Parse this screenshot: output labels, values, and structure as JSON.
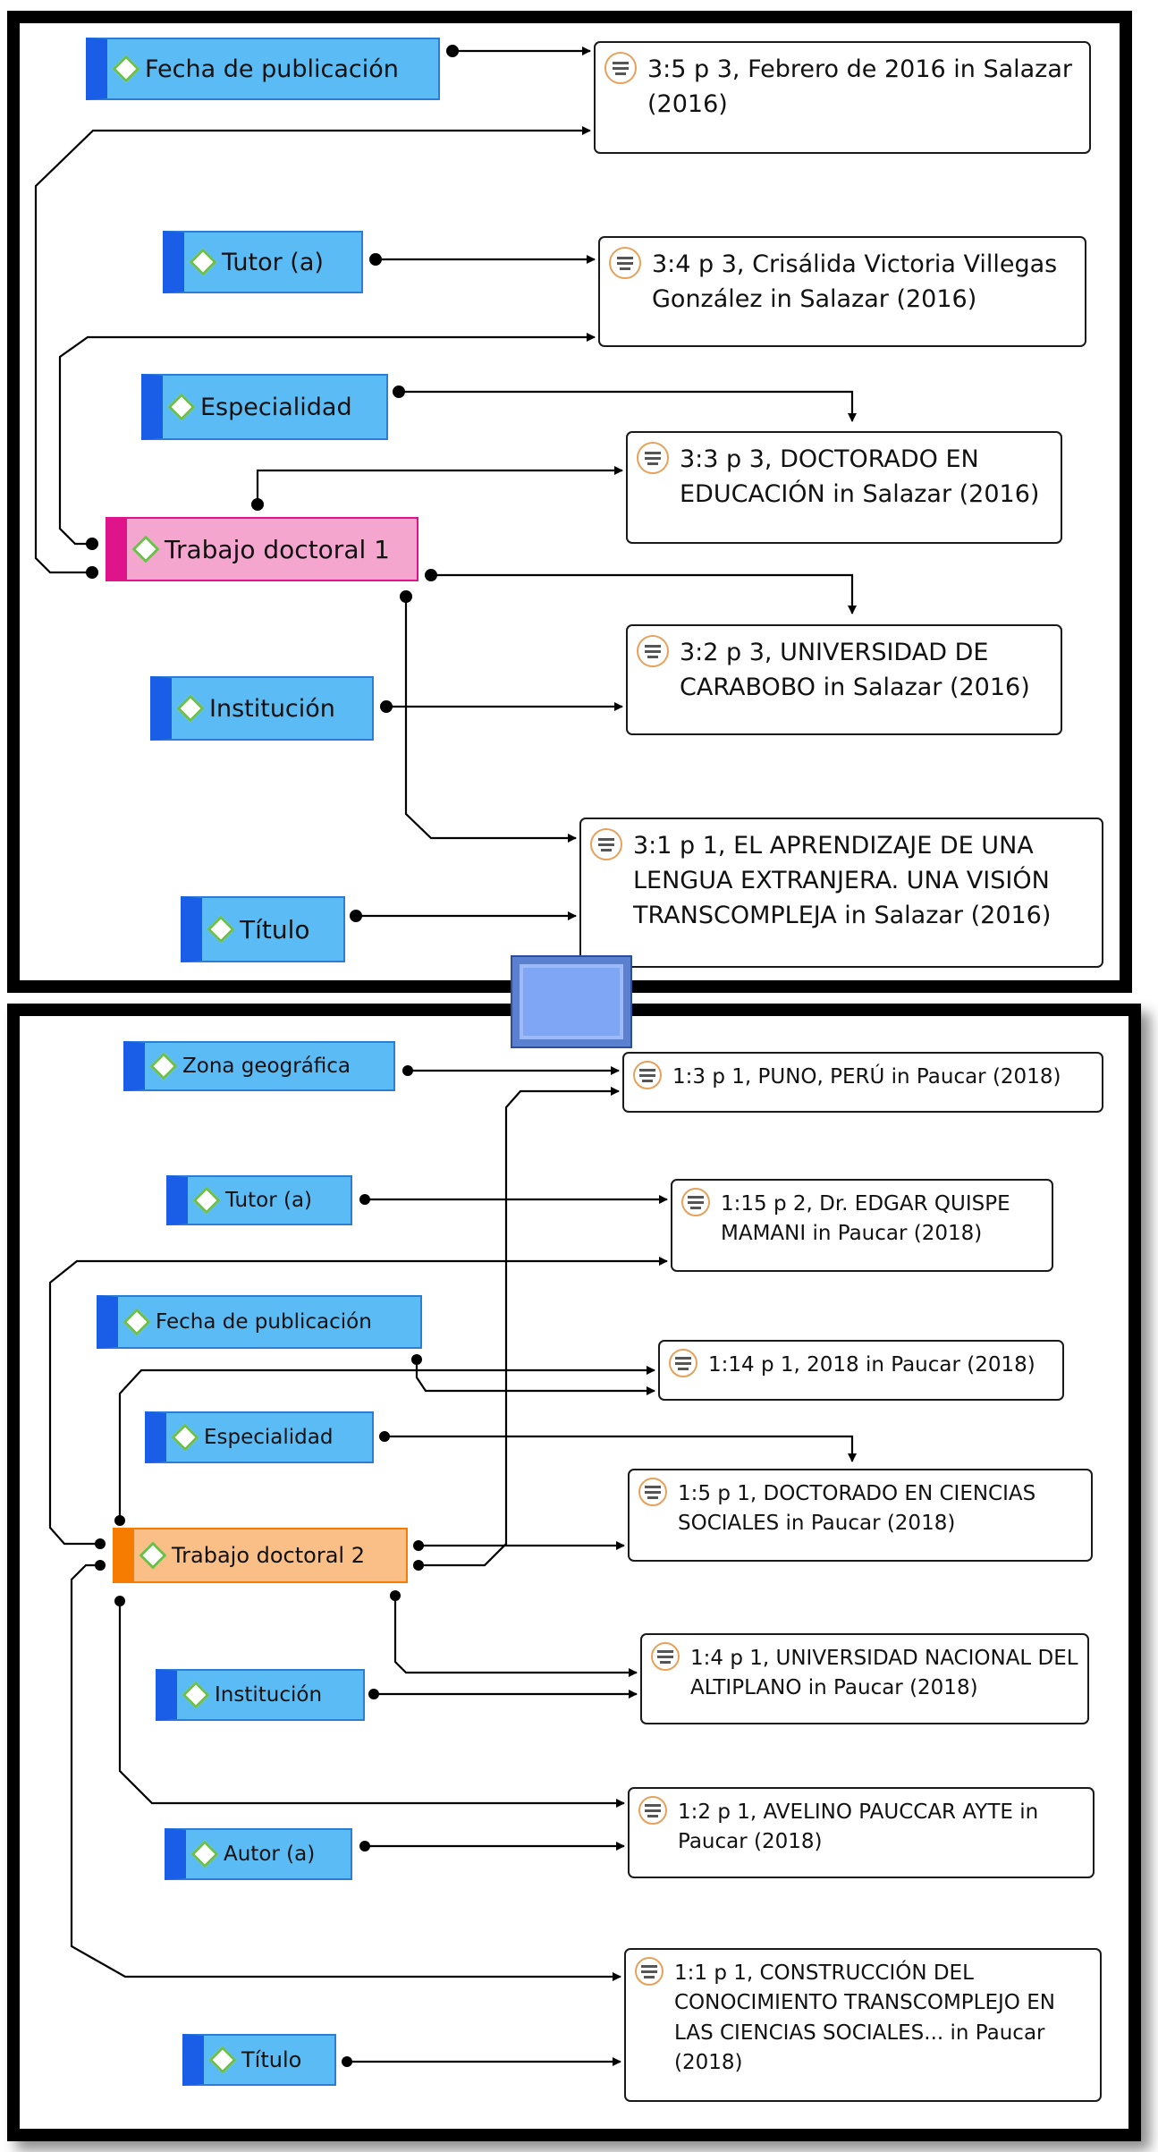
{
  "diagram1": {
    "codes": [
      {
        "id": "fecha",
        "label": "Fecha de publicación"
      },
      {
        "id": "tutor",
        "label": "Tutor (a)"
      },
      {
        "id": "especialidad",
        "label": "Especialidad"
      },
      {
        "id": "trabajo",
        "label": "Trabajo doctoral 1"
      },
      {
        "id": "institucion",
        "label": "Institución"
      },
      {
        "id": "titulo",
        "label": "Título"
      }
    ],
    "quotes": [
      {
        "id": "q35",
        "text": "3:5 p 3, Febrero de 2016 in Salazar (2016)"
      },
      {
        "id": "q34",
        "text": "3:4 p 3, Crisálida Victoria Villegas González in Salazar (2016)"
      },
      {
        "id": "q33",
        "text": "3:3 p 3, DOCTORADO EN EDUCACIÓN in Salazar (2016)"
      },
      {
        "id": "q32",
        "text": "3:2 p 3, UNIVERSIDAD DE CARABOBO in Salazar (2016)"
      },
      {
        "id": "q31",
        "text": "3:1 p 1, EL APRENDIZAJE DE UNA LENGUA EXTRANJERA. UNA VISIÓN TRANSCOMPLEJA in Salazar (2016)"
      }
    ]
  },
  "diagram2": {
    "codes": [
      {
        "id": "zona",
        "label": "Zona geográfica"
      },
      {
        "id": "tutor",
        "label": "Tutor (a)"
      },
      {
        "id": "fecha",
        "label": "Fecha de publicación"
      },
      {
        "id": "especialidad",
        "label": "Especialidad"
      },
      {
        "id": "trabajo",
        "label": "Trabajo doctoral 2"
      },
      {
        "id": "institucion",
        "label": "Institución"
      },
      {
        "id": "autor",
        "label": "Autor (a)"
      },
      {
        "id": "titulo",
        "label": "Título"
      }
    ],
    "quotes": [
      {
        "id": "q13",
        "text": "1:3 p 1, PUNO, PERÚ in Paucar (2018)"
      },
      {
        "id": "q115",
        "text": "1:15 p 2, Dr. EDGAR QUISPE MAMANI in Paucar (2018)"
      },
      {
        "id": "q114",
        "text": "1:14 p 1, 2018 in Paucar (2018)"
      },
      {
        "id": "q15",
        "text": "1:5 p 1, DOCTORADO EN CIENCIAS SOCIALES in Paucar (2018)"
      },
      {
        "id": "q14",
        "text": "1:4 p 1, UNIVERSIDAD NACIONAL DEL ALTIPLANO in Paucar (2018)"
      },
      {
        "id": "q12",
        "text": "1:2 p 1, AVELINO PAUCCAR AYTE in Paucar (2018)"
      },
      {
        "id": "q11",
        "text": "1:1 p 1, CONSTRUCCIÓN DEL CONOCIMIENTO TRANSCOMPLEJO EN LAS  CIENCIAS SOCIALES... in Paucar (2018)"
      }
    ]
  },
  "colors": {
    "code_fill": "#5bbcf5",
    "code_accent": "#1a5ee8",
    "hub1_fill": "#f4a6cf",
    "hub1_accent": "#e0148a",
    "hub2_fill": "#f9bf86",
    "hub2_accent": "#f57c00",
    "quote_icon": "#e8a15a",
    "code_icon": "#6cc04a"
  },
  "icons": {
    "code": "diamond-icon",
    "quote": "quotation-icon"
  }
}
